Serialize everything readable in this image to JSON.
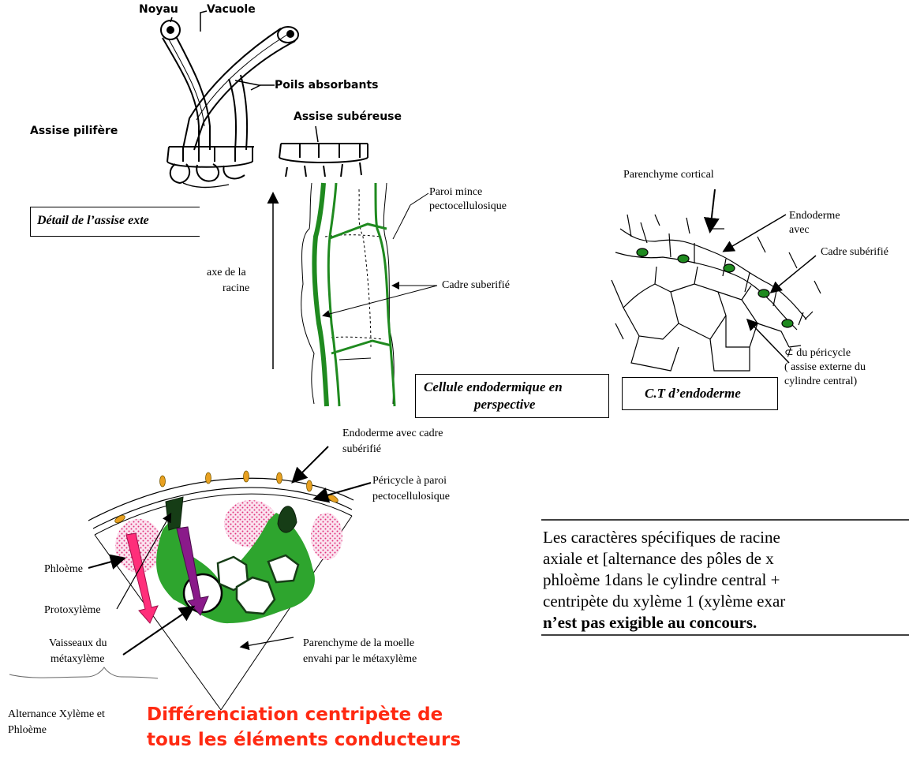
{
  "assise": {
    "noyau": "Noyau",
    "vacuole": "Vacuole",
    "poils": "Poils absorbants",
    "assise_subereuse": "Assise subéreuse",
    "assise_pilifere": "Assise pilifère",
    "detail_caption": "Détail de l’assise exte"
  },
  "endo_cell": {
    "paroi_line1": "Paroi mince",
    "paroi_line2": "pectocellulosique",
    "axe_line1": "axe de la",
    "axe_line2": "racine",
    "cadre": "Cadre suberifié",
    "caption_line1": "Cellule endodermique en",
    "caption_line2": "perspective"
  },
  "ct_endo": {
    "parenchyme": "Parenchyme cortical",
    "endoderme_line1": "Endoderme",
    "endoderme_line2": "avec",
    "cadre": "Cadre subérifié",
    "pericycle_line1": "⊄ du péricycle",
    "pericycle_line2": "( assise externe du",
    "pericycle_line3": "cylindre central)",
    "caption": "C.T d’endoderme"
  },
  "section": {
    "endoderme_line1": "Endoderme avec cadre",
    "endoderme_line2": "subérifié",
    "pericycle_line1": "Péricycle à paroi",
    "pericycle_line2": "pectocellulosique",
    "phloeme": "Phloème",
    "protoxyleme": "Protoxylème",
    "vaisseaux_line1": "Vaisseaux du",
    "vaisseaux_line2": "métaxylème",
    "parenchyme_line1": "Parenchyme de la moelle",
    "parenchyme_line2": "envahi par le métaxylème",
    "alternance_line1": "Alternance Xylème et",
    "alternance_line2": "Phloème",
    "title_line1": "Différenciation centripète de",
    "title_line2": "tous les éléments conducteurs"
  },
  "note": {
    "line1": "Les caractères spécifiques de racine",
    "line2": "axiale et  [alternance  des pôles de x",
    "line3": "phloème 1dans le cylindre central +",
    "line4": "centripète du xylème 1 (xylème exar",
    "line5": "n’est pas exigible au concours."
  },
  "colors": {
    "green_dark": "#1f6b1f",
    "green_fill": "#2ea52e",
    "pink": "#ff2e7a",
    "purple": "#8a1a8a",
    "red_title": "#ff2a12",
    "orange_mark": "#e8a020"
  }
}
